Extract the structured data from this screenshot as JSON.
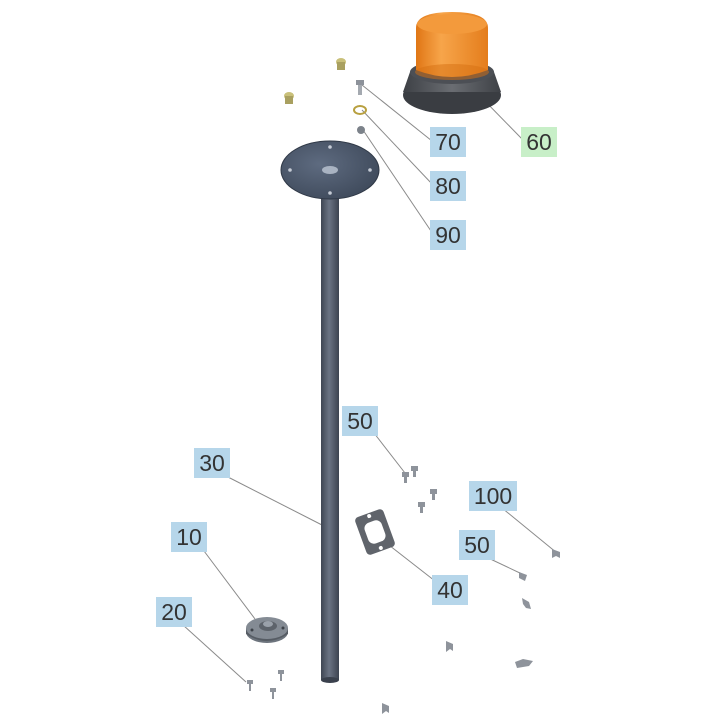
{
  "colors": {
    "callout_default": "#b6d6ea",
    "callout_highlight": "#c8efc8",
    "pole": "#57606f",
    "plate": "#4e5b6e",
    "beacon_lens": "#f08a23",
    "beacon_base": "#55585d",
    "leader": "#8a8a8a"
  },
  "callouts": [
    {
      "id": "c10",
      "label": "10",
      "highlighted": false
    },
    {
      "id": "c20",
      "label": "20",
      "highlighted": false
    },
    {
      "id": "c30",
      "label": "30",
      "highlighted": false
    },
    {
      "id": "c40",
      "label": "40",
      "highlighted": false
    },
    {
      "id": "c50a",
      "label": "50",
      "highlighted": false
    },
    {
      "id": "c50b",
      "label": "50",
      "highlighted": false
    },
    {
      "id": "c60",
      "label": "60",
      "highlighted": true
    },
    {
      "id": "c70",
      "label": "70",
      "highlighted": false
    },
    {
      "id": "c80",
      "label": "80",
      "highlighted": false
    },
    {
      "id": "c90",
      "label": "90",
      "highlighted": false
    },
    {
      "id": "c100",
      "label": "100",
      "highlighted": false
    }
  ]
}
